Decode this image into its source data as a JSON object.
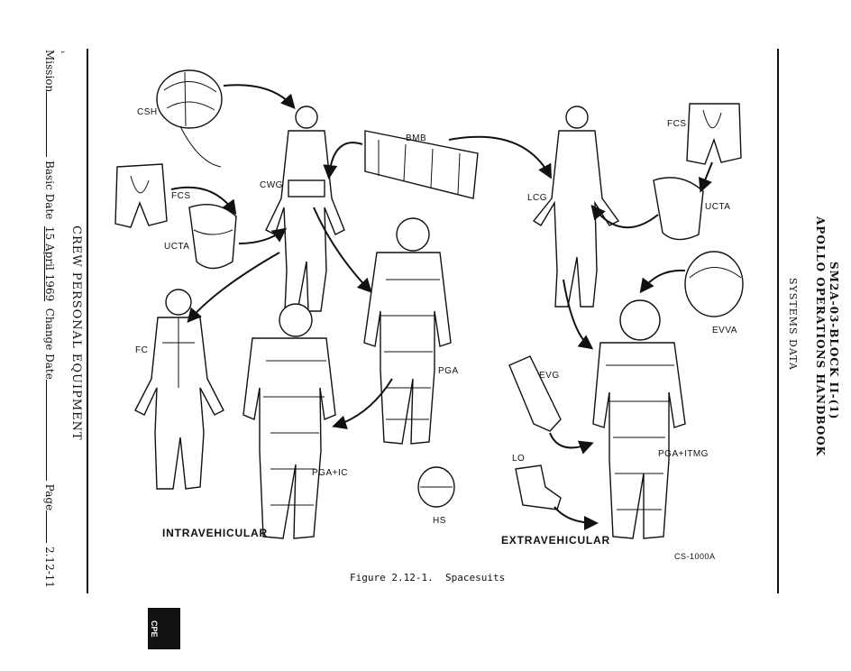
{
  "left_margin": {
    "mission_label": "Mission",
    "basic_date_label": "Basic Date",
    "basic_date_value": "15 April 1969",
    "change_date_label": "Change Date",
    "page_label": "Page",
    "page_value": "2.12-11",
    "section_title": "CREW PERSONAL EQUIPMENT",
    "corner_mark": "¹"
  },
  "right_margin": {
    "doc_id": "SM2A-03-BLOCK II-(1)",
    "handbook_title": "APOLLO OPERATIONS HANDBOOK",
    "section": "SYSTEMS DATA"
  },
  "figure": {
    "labels": {
      "csh": "CSH",
      "fcs_left": "FCS",
      "ucta_left": "UCTA",
      "cwg": "CWG",
      "bmb": "BMB",
      "lcg": "LCG",
      "fcs_right": "FCS",
      "ucta_right": "UCTA",
      "fc": "FC",
      "pga": "PGA",
      "pga_ic": "PGA+IC",
      "hs": "HS",
      "evva": "EVVA",
      "evg": "EVG",
      "lo": "LO",
      "pga_itmg": "PGA+ITMG",
      "intravehicular": "INTRAVEHICULAR",
      "extravehicular": "EXTRAVEHICULAR",
      "drawing_number": "CS-1000A"
    },
    "caption": "Figure 2.12-1.  Spacesuits"
  },
  "tab": {
    "label": "CPE"
  }
}
